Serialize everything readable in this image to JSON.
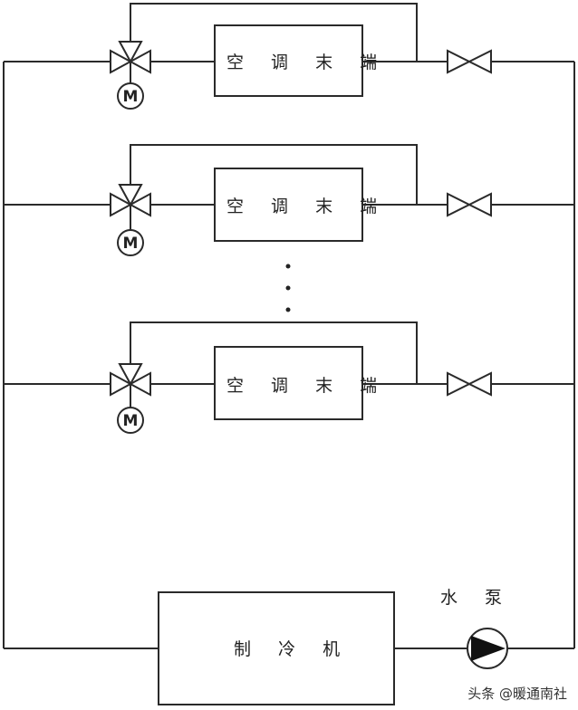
{
  "units": [
    {
      "label": "空 调 末 端",
      "motor": "M"
    },
    {
      "label": "空 调 末 端",
      "motor": "M"
    },
    {
      "label": "空 调 末 端",
      "motor": "M"
    }
  ],
  "chiller": {
    "label": "制 冷 机"
  },
  "pump": {
    "label": "水 泵"
  },
  "watermark": "头条 @暖通南社"
}
